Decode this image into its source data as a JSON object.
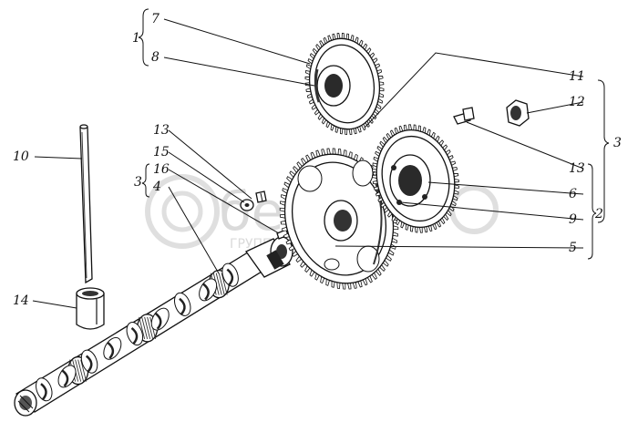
{
  "watermark": {
    "brand": "бело",
    "subtitle": "ГРУППА"
  },
  "labels": {
    "l1": "1",
    "l2": "2",
    "l3_left": "3",
    "l3_right": "3",
    "l4": "4",
    "l5": "5",
    "l6": "6",
    "l7": "7",
    "l8": "8",
    "l9": "9",
    "l10": "10",
    "l11": "11",
    "l12": "12",
    "l13_left": "13",
    "l13_right": "13",
    "l14": "14",
    "l15": "15",
    "l16": "16"
  }
}
